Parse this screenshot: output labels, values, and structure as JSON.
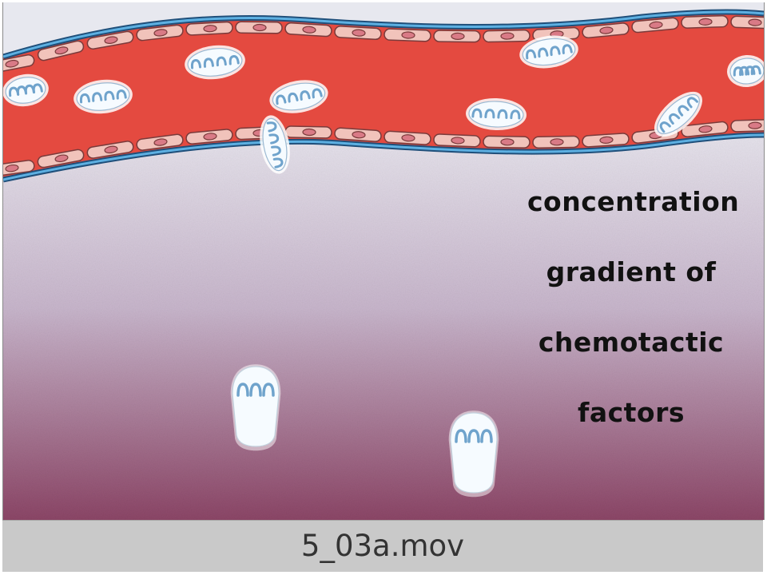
{
  "diagram": {
    "label_lines": [
      "concentration",
      "gradient of",
      "chemotactic",
      "factors"
    ]
  },
  "filename": "5_03a.mov",
  "colors": {
    "blood": "#e44a40",
    "vessel_wall": "#3a8fc6",
    "endothelial_cell": "#f1c3bb",
    "nucleus": "#d97a86",
    "tissue_top": "#e3dfe9",
    "tissue_bottom": "#8c4667",
    "leukocyte": "#f6fbff",
    "granule": "#6fa3cc"
  }
}
